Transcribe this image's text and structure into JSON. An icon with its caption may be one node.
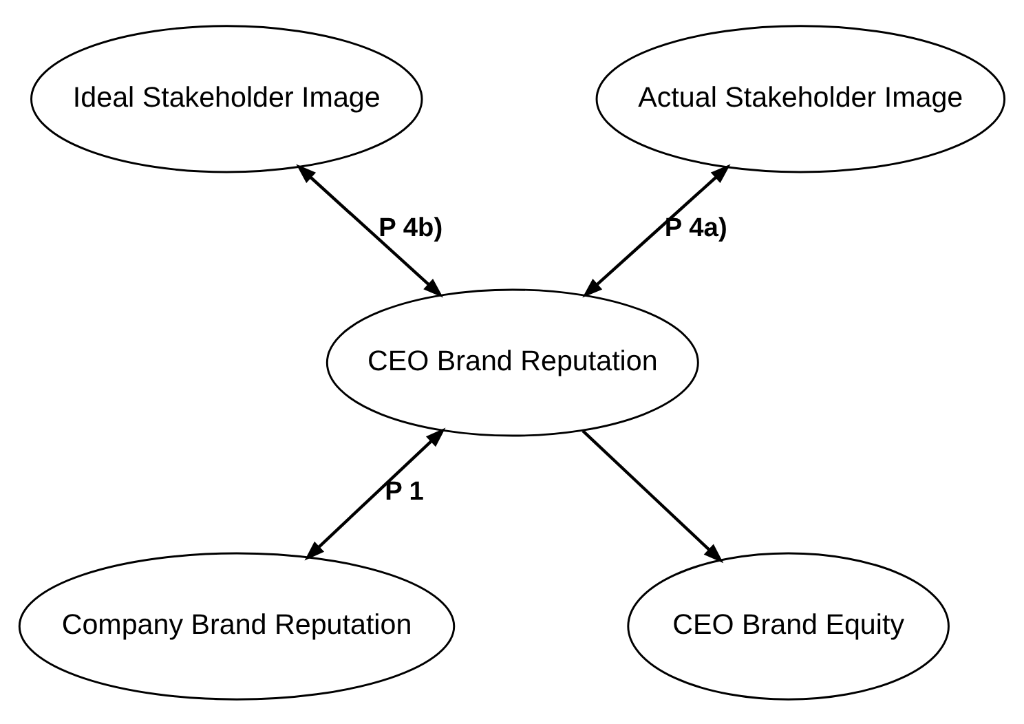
{
  "diagram": {
    "nodes": [
      {
        "text": [
          "Ideal Stakeholder Image"
        ]
      },
      {
        "text": [
          "Actual Stakeholder Image"
        ]
      },
      {
        "text": [
          "CEO Brand Reputation"
        ]
      },
      {
        "text": [
          "Company Brand Reputation"
        ]
      },
      {
        "text": [
          "CEO Brand Equity"
        ]
      }
    ],
    "edges": [
      {
        "from": 0,
        "to": 2,
        "arrow": "both",
        "label": "P 4b)"
      },
      {
        "from": 1,
        "to": 2,
        "arrow": "both",
        "label": "P 4a)"
      },
      {
        "from": 2,
        "to": 3,
        "arrow": "both",
        "label": "P 1"
      },
      {
        "from": 2,
        "to": 4,
        "arrow": "to"
      }
    ]
  }
}
